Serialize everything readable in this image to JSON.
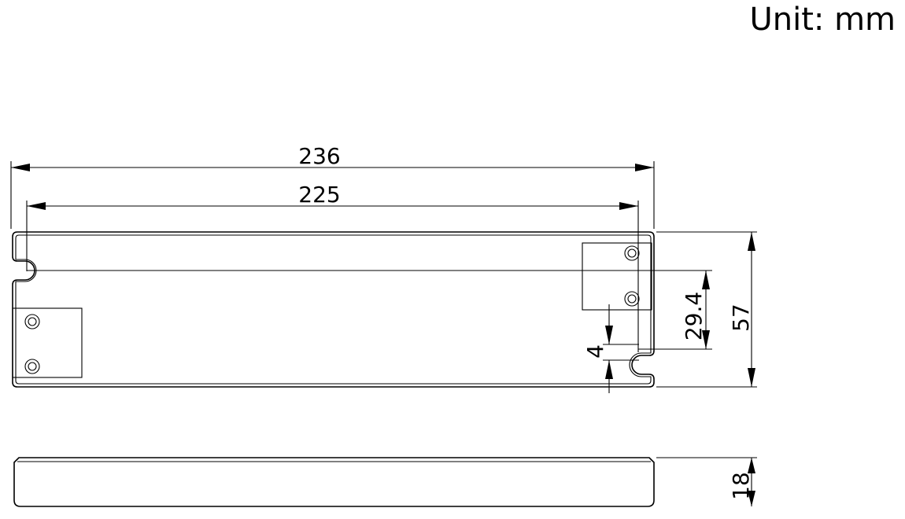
{
  "unit_label": "Unit: mm",
  "dimensions": {
    "overall_length": "236",
    "mounting_hole_spacing": "225",
    "overall_width": "57",
    "hole_offset": "29.4",
    "slot_offset": "4",
    "height": "18"
  }
}
